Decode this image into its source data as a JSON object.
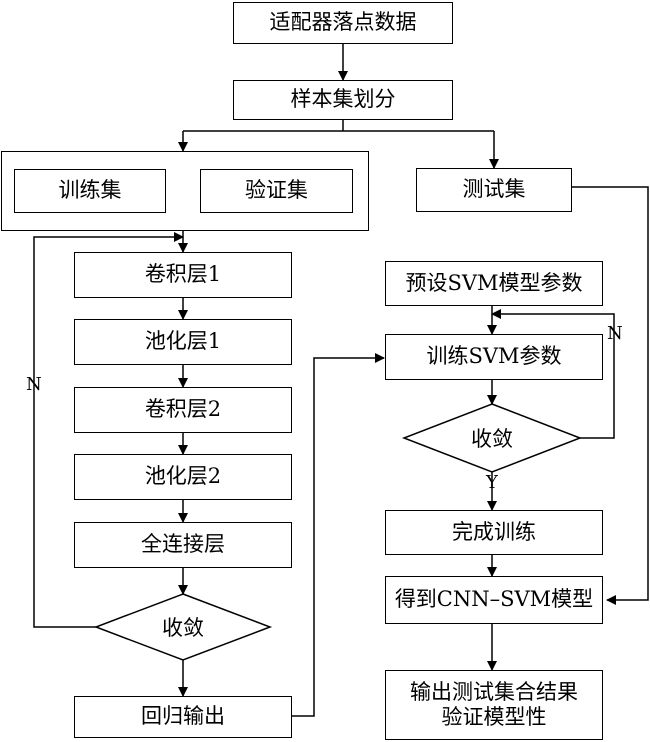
{
  "nodes": {
    "input_data": "适配器落点数据",
    "split": "样本集划分",
    "train_set": "训练集",
    "val_set": "验证集",
    "test_set": "测试集",
    "conv1": "卷积层1",
    "pool1": "池化层1",
    "conv2": "卷积层2",
    "pool2": "池化层2",
    "fc": "全连接层",
    "cnn_converge": "收敛",
    "regression_output": "回归输出",
    "preset_svm": "预设SVM模型参数",
    "train_svm": "训练SVM参数",
    "svm_converge": "收敛",
    "training_done": "完成训练",
    "get_model": "得到CNN–SVM模型",
    "output_result": "输出测试集合结果\n验证模型性"
  },
  "edge_labels": {
    "cnn_no": "N",
    "svm_no": "N",
    "svm_yes": "Y"
  }
}
